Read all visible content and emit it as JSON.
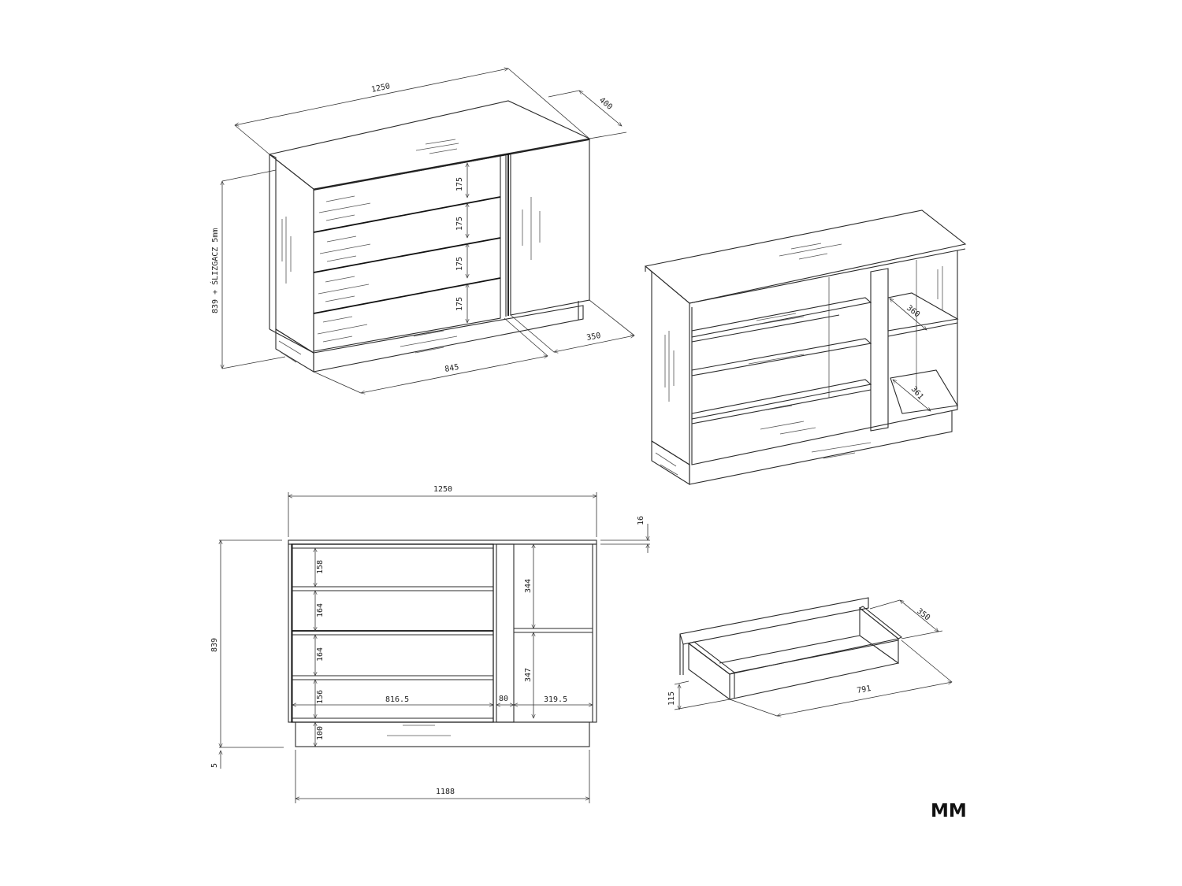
{
  "drawing": {
    "units_label": "MM",
    "iso_closed": {
      "width": "1250",
      "depth": "400",
      "height_note": "839 + ŚLIZGACZ 5mm",
      "drawer_heights": [
        "175",
        "175",
        "175",
        "175"
      ],
      "drawer_section_width": "845",
      "door_depth": "350"
    },
    "iso_open": {
      "shelf_depth_upper": "360",
      "shelf_depth_lower": "361"
    },
    "front_view": {
      "width": "1250",
      "top_thickness": "16",
      "height": "839",
      "glide_height": "5",
      "plinth_width": "1188",
      "plinth_height": "100",
      "left_compartments": [
        "158",
        "164",
        "164",
        "156"
      ],
      "left_width": "816.5",
      "divider_width": "80",
      "right_width": "319.5",
      "right_compartments": [
        "344",
        "347"
      ]
    },
    "drawer_detail": {
      "depth": "350",
      "length": "791",
      "height": "115"
    }
  }
}
